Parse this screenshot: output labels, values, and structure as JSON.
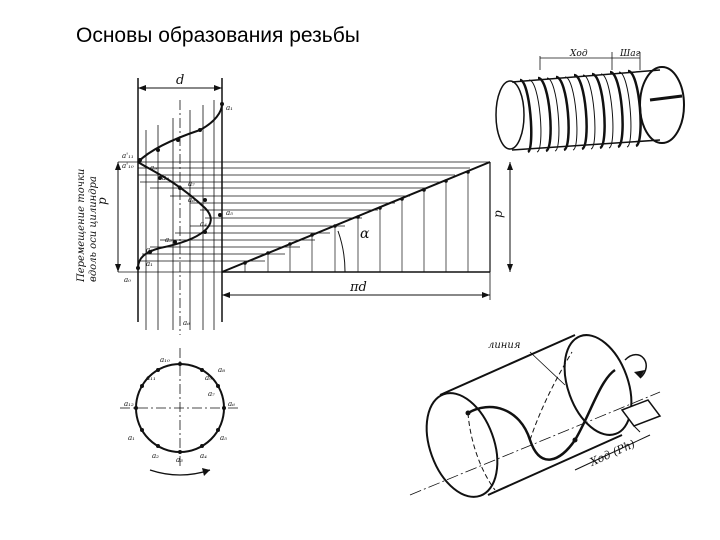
{
  "slide": {
    "title": "Основы образования резьбы"
  },
  "projection": {
    "dim_diameter": "d",
    "dim_pitch_left": "p",
    "dim_pitch_right": "p",
    "dim_circumference": "πd",
    "angle_label": "α",
    "vertical_caption_line1": "Перемещение точки",
    "vertical_caption_line2": "вдоль оси цилиндра",
    "point_labels": [
      "a₁",
      "a'₁₁",
      "a'₁₀",
      "a₉",
      "a₈",
      "a₇",
      "a₆",
      "a₅",
      "a₄",
      "a₃",
      "a₂",
      "a₁",
      "a₀",
      "a₆"
    ]
  },
  "circle_view": {
    "point_labels": [
      "a₁₀",
      "a₁₁",
      "a₉",
      "a₈",
      "a₁₂",
      "a₇",
      "a₆",
      "a₁",
      "a₅",
      "a₂",
      "a₃",
      "a₄"
    ]
  },
  "screw": {
    "label_lead": "Ход",
    "label_pitch": "Шаг"
  },
  "helix_cylinder": {
    "label_line": "линия",
    "label_lead": "Ход (Ph)"
  }
}
